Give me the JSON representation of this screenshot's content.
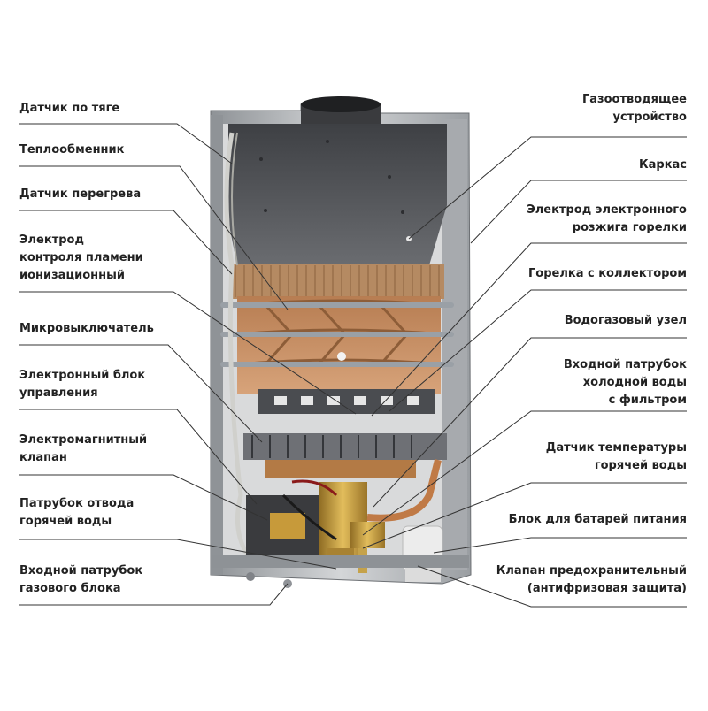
{
  "left_labels": [
    "Датчик по тяге",
    "Теплообменник",
    "Датчик перегрева",
    "Электрод\nконтроля пламени\nионизационный",
    "Микровыключатель",
    "Электронный блок\nуправления",
    "Электромагнитный\nклапан",
    "Патрубок отвода\nгорячей воды",
    "Входной патрубок\nгазового блока"
  ],
  "right_labels": [
    "Газоотводящее\nустройство",
    "Каркас",
    "Электрод электронного\nрозжига горелки",
    "Горелка с коллектором",
    "Водогазовый узел",
    "Входной патрубок\nхолодной воды\nс фильтром",
    "Датчик температуры\nгорячей воды",
    "Блок для батарей питания",
    "Клапан предохранительный\n(антифризовая защита)"
  ],
  "colors": {
    "label_text": "#222222",
    "leader_line": "#333333",
    "casing": "#b9bcc0",
    "panel": "#5a5c60",
    "copper": "#c48a5a",
    "brass": "#c9a24a"
  }
}
